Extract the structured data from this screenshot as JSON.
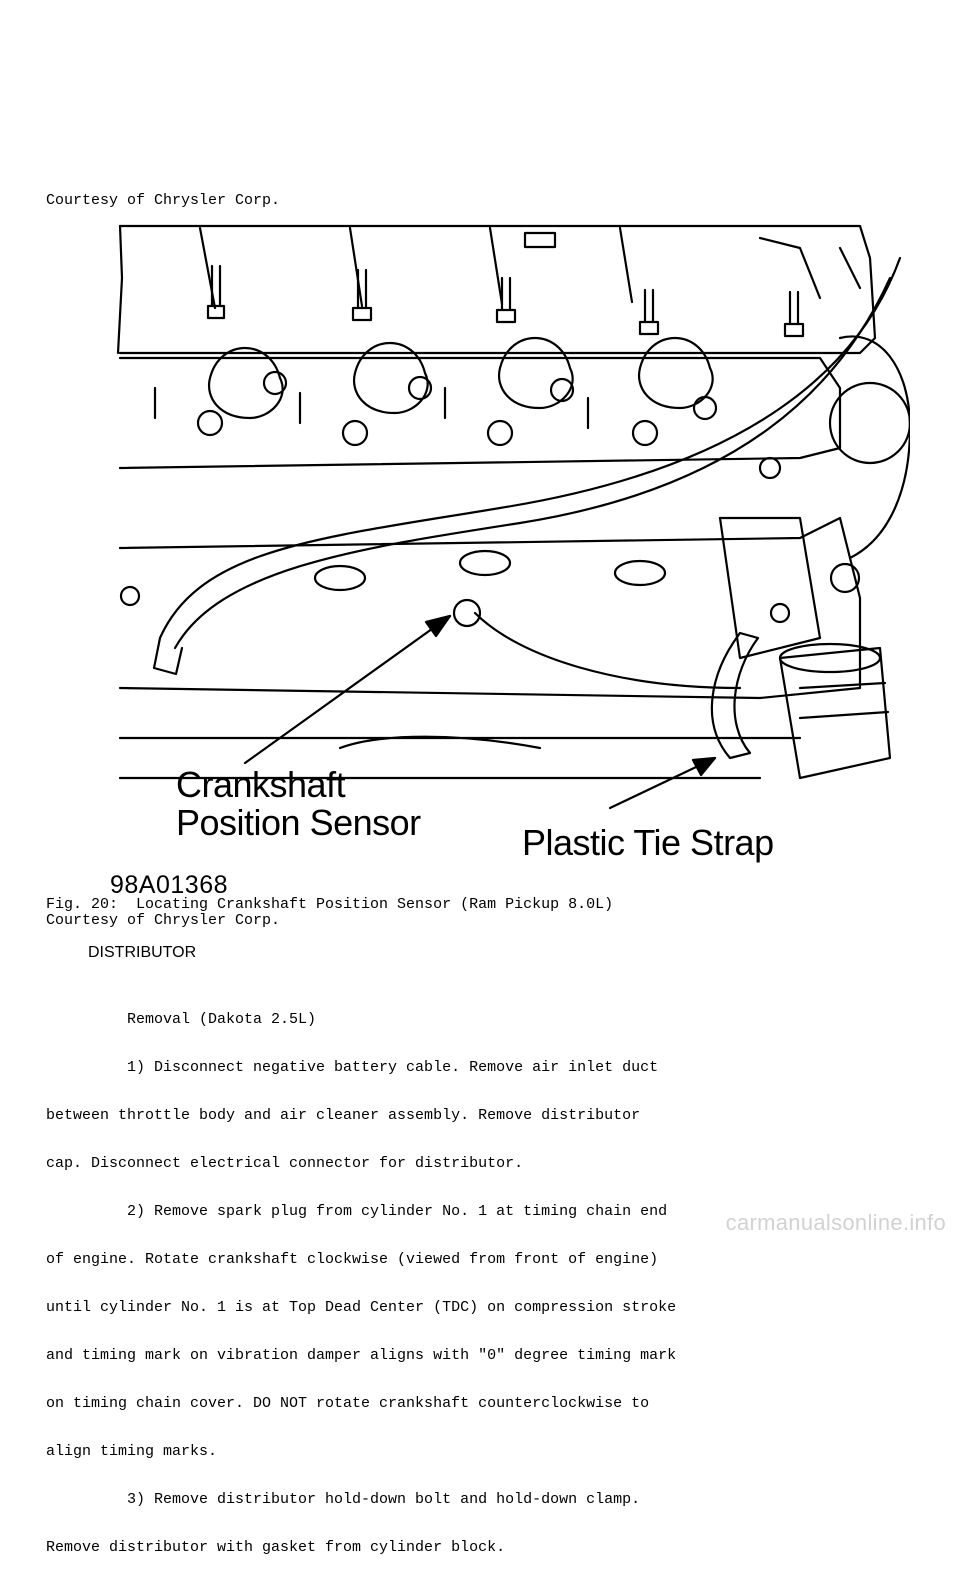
{
  "header": {
    "courtesy": "Courtesy of Chrysler Corp."
  },
  "figure": {
    "label_sensor_line1": "Crankshaft",
    "label_sensor_line2": "Position Sensor",
    "label_strap": "Plastic Tie Strap",
    "code": "98A01368",
    "caption": "Fig. 20:  Locating Crankshaft Position Sensor (Ram Pickup 8.0L)",
    "caption_courtesy": "Courtesy of Chrysler Corp."
  },
  "section": {
    "heading": "DISTRIBUTOR",
    "lines": [
      "         Removal (Dakota 2.5L)",
      "         1) Disconnect negative battery cable. Remove air inlet duct",
      "between throttle body and air cleaner assembly. Remove distributor",
      "cap. Disconnect electrical connector for distributor.",
      "         2) Remove spark plug from cylinder No. 1 at timing chain end",
      "of engine. Rotate crankshaft clockwise (viewed from front of engine)",
      "until cylinder No. 1 is at Top Dead Center (TDC) on compression stroke",
      "and timing mark on vibration damper aligns with \"0\" degree timing mark",
      "on timing chain cover. DO NOT rotate crankshaft counterclockwise to",
      "align timing marks.",
      "         3) Remove distributor hold-down bolt and hold-down clamp.",
      "Remove distributor with gasket from cylinder block."
    ]
  },
  "watermark": "carmanualsonline.info"
}
